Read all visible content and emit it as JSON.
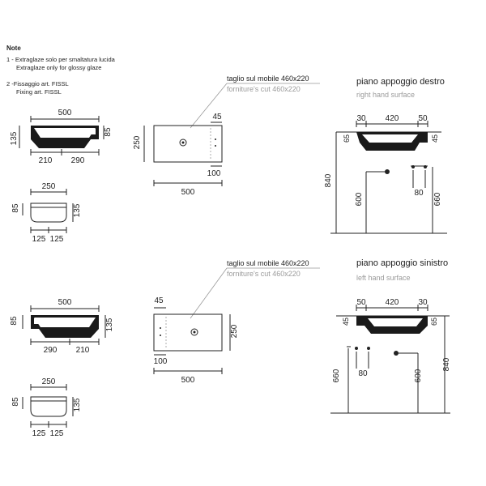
{
  "notes": {
    "heading": "Note",
    "line1": "1 - Extraglaze solo per smaltatura lucida",
    "line1b": "Extraglaze only for glossy glaze",
    "line2": "2 -Fissaggio art. FISSL",
    "line2b": "Fixing art. FISSL"
  },
  "top": {
    "front": {
      "width": "500",
      "height_left": "135",
      "height_right": "85",
      "split_left": "210",
      "split_right": "290"
    },
    "side": {
      "width": "250",
      "height_left": "85",
      "height_right": "135",
      "half_left": "125",
      "half_right": "125"
    },
    "plan": {
      "cut_it": "taglio sul mobile 460x220",
      "cut_en": "forniture's cut 460x220",
      "depth": "250",
      "width": "500",
      "shelf": "45",
      "shelf_depth": "100"
    },
    "install": {
      "title": "piano appoggio destro",
      "subtitle": "right hand surface",
      "left": "30",
      "mid": "420",
      "right": "50",
      "h_left": "65",
      "h_right": "45",
      "total": "840",
      "drain_h": "600",
      "tap_h": "660",
      "tap_w": "80"
    }
  },
  "bottom": {
    "front": {
      "width": "500",
      "height_left": "85",
      "height_right": "135",
      "split_left": "290",
      "split_right": "210"
    },
    "side": {
      "width": "250",
      "height_left": "85",
      "height_right": "135",
      "half_left": "125",
      "half_right": "125"
    },
    "plan": {
      "cut_it": "taglio sul mobile 460x220",
      "cut_en": "forniture's cut 460x220",
      "depth": "250",
      "width": "500",
      "shelf": "45",
      "shelf_depth": "100"
    },
    "install": {
      "title": "piano appoggio sinistro",
      "subtitle": "left hand surface",
      "left": "50",
      "mid": "420",
      "right": "30",
      "h_left": "45",
      "h_right": "65",
      "total": "840",
      "drain_h": "600",
      "tap_h": "660",
      "tap_w": "80"
    }
  }
}
